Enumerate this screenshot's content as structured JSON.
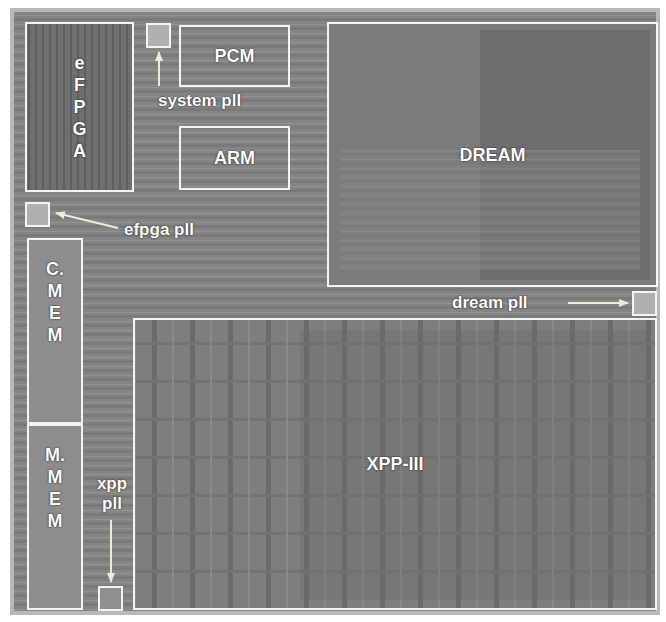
{
  "diagram": {
    "nodes": [
      {
        "text": [
          "e F P G A"
        ]
      },
      {
        "text": [
          "PCM"
        ]
      },
      {
        "text": [
          "ARM"
        ]
      },
      {
        "text": [
          "DREAM"
        ]
      },
      {
        "text": [
          "C. M E M"
        ]
      },
      {
        "text": [
          "M. M E M"
        ]
      },
      {
        "text": [
          "XPP-III"
        ]
      }
    ],
    "labels": [
      "system pll",
      "efpga pll",
      "dream pll",
      "xpp pll"
    ]
  }
}
